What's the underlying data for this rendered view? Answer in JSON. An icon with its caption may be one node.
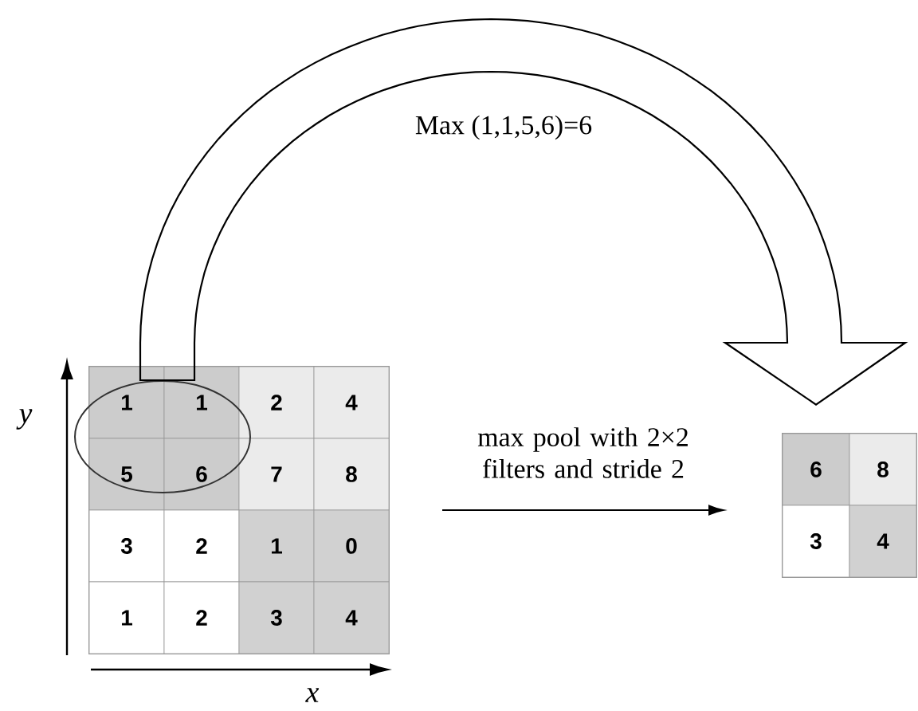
{
  "diagram": {
    "nodes": [
      {
        "text": [],
        "shape": "box"
      },
      {
        "text": [
          "1"
        ],
        "in": 0
      },
      {
        "text": [
          "1"
        ],
        "in": 0
      },
      {
        "text": [
          "2"
        ],
        "in": 0
      },
      {
        "text": [
          "4"
        ],
        "in": 0
      },
      {
        "text": [
          "5"
        ],
        "in": 0
      },
      {
        "text": [
          "6"
        ],
        "in": 0
      },
      {
        "text": [
          "7"
        ],
        "in": 0
      },
      {
        "text": [
          "8"
        ],
        "in": 0
      },
      {
        "text": [
          "3"
        ],
        "in": 0
      },
      {
        "text": [
          "2"
        ],
        "in": 0
      },
      {
        "text": [
          "1"
        ],
        "in": 0
      },
      {
        "text": [
          "0"
        ],
        "in": 0
      },
      {
        "text": [
          "1"
        ],
        "in": 0
      },
      {
        "text": [
          "2"
        ],
        "in": 0
      },
      {
        "text": [
          "3"
        ],
        "in": 0
      },
      {
        "text": [
          "4"
        ],
        "in": 0
      },
      {
        "text": [],
        "shape": "circle"
      },
      {
        "text": [],
        "shape": "box"
      },
      {
        "text": [
          "6"
        ],
        "in": 18
      },
      {
        "text": [
          "8"
        ],
        "in": 18
      },
      {
        "text": [
          "3"
        ],
        "in": 18
      },
      {
        "text": [
          "4"
        ],
        "in": 18
      }
    ],
    "edges": [
      {
        "from": 0,
        "to": 18,
        "arrow": "to",
        "label": "max pool with 2×2 filters and stride 2"
      },
      {
        "from": 17,
        "to": 19,
        "arrow": "to",
        "label": "Max (1,1,5,6)=6",
        "style": "thick"
      }
    ],
    "labels": [
      "y",
      "x"
    ]
  }
}
